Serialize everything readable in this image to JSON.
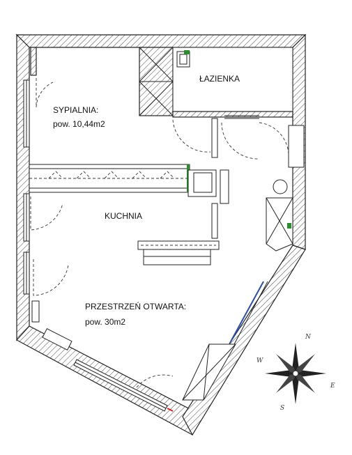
{
  "rooms": {
    "bedroom": {
      "name": "SYPIALNIA:",
      "area": "pow. 10,44m2"
    },
    "bathroom": {
      "name": "ŁAZIENKA"
    },
    "kitchen": {
      "name": "KUCHNIA"
    },
    "open_space": {
      "name": "PRZESTRZEŃ OTWARTA:",
      "area": "pow. 30m2"
    }
  },
  "compass": {
    "north": "N",
    "east": "E",
    "south": "S",
    "west": "W"
  },
  "colors": {
    "wall_stroke": "#222222",
    "hatch": "#444444",
    "window_line": "#2a4db0",
    "cabinet_accent": "#2e8b2e",
    "marker_red": "#d22222"
  }
}
